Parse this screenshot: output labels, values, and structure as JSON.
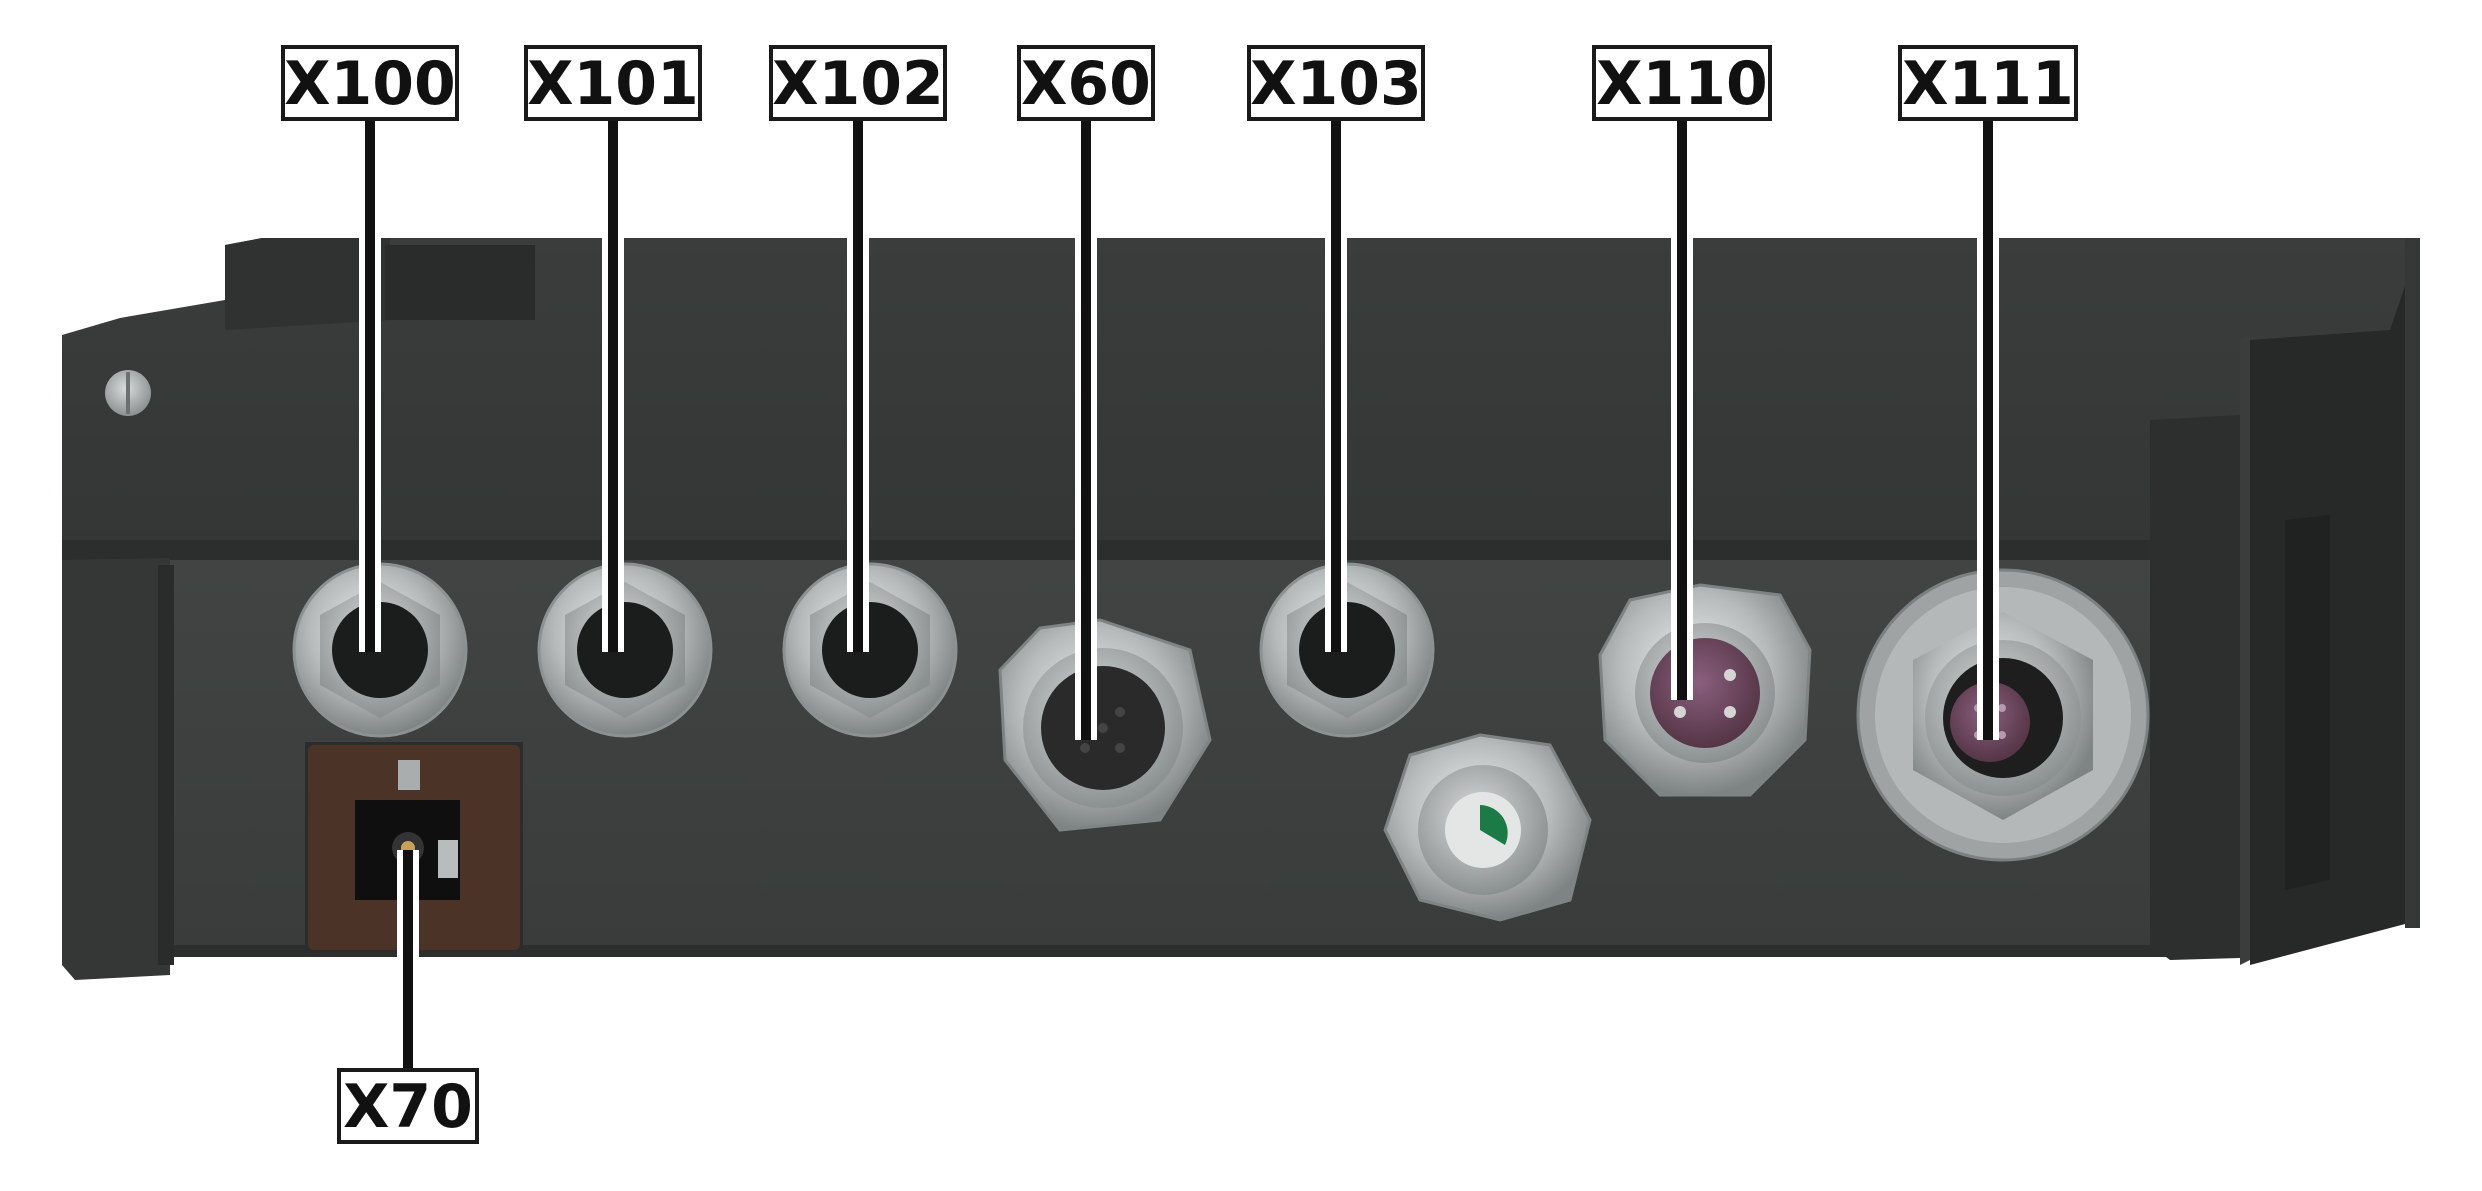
{
  "labels": {
    "x100": "X100",
    "x101": "X101",
    "x102": "X102",
    "x60": "X60",
    "x103": "X103",
    "x110": "X110",
    "x111": "X111",
    "x70": "X70"
  },
  "colors": {
    "housing": "#3c3f3e",
    "housing_dark": "#2c2f2e",
    "metal": "#b8bcbd",
    "purple_insert": "#6e4a63",
    "brown_plug": "#4b3328",
    "vent_green": "#1c7a47"
  }
}
